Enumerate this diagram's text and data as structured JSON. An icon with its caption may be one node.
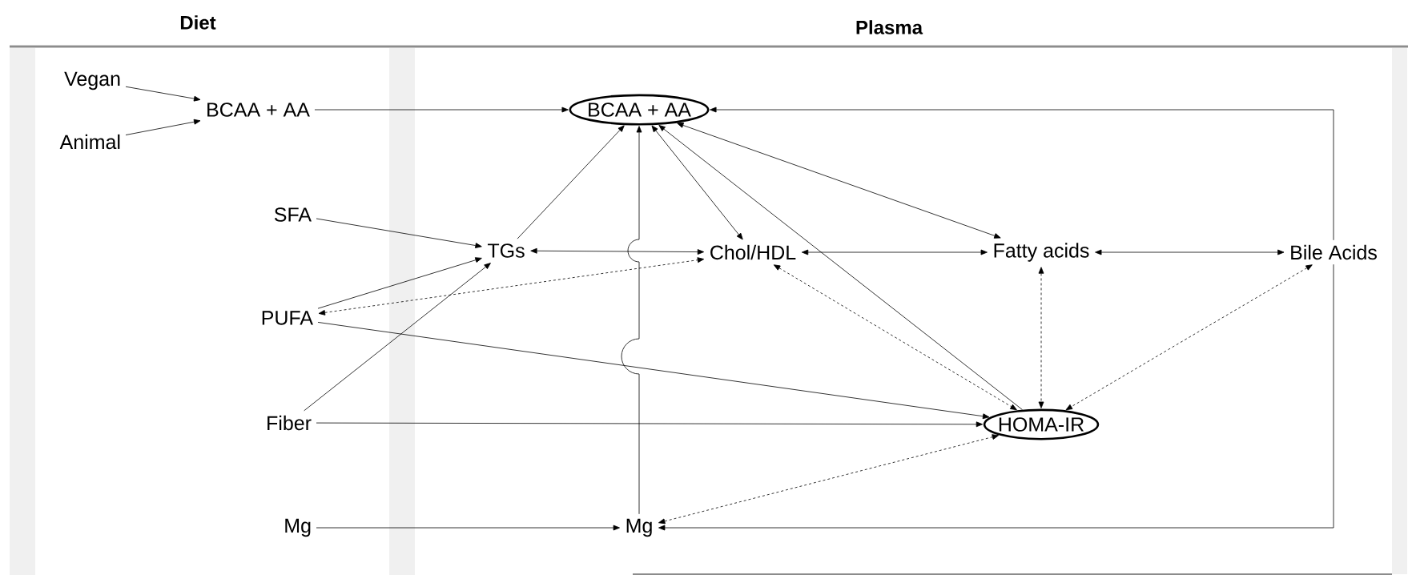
{
  "diagram": {
    "nodes": [
      {
        "text": [
          "Vegan"
        ]
      },
      {
        "text": [
          "Animal"
        ]
      },
      {
        "text": [
          "BCAA + AA"
        ]
      },
      {
        "text": [
          "SFA"
        ]
      },
      {
        "text": [
          "PUFA"
        ]
      },
      {
        "text": [
          "Fiber"
        ]
      },
      {
        "text": [
          "Mg"
        ]
      },
      {
        "text": [
          "BCAA + AA"
        ]
      },
      {
        "text": [
          "TGs"
        ]
      },
      {
        "text": [
          "Chol/HDL"
        ]
      },
      {
        "text": [
          "Fatty acids"
        ]
      },
      {
        "text": [
          "Bile Acids"
        ]
      },
      {
        "text": [
          "HOMA-IR"
        ]
      },
      {
        "text": [
          "Mg"
        ]
      }
    ],
    "edges": [
      {
        "from": 0,
        "to": 2,
        "arrow": "to"
      },
      {
        "from": 1,
        "to": 2,
        "arrow": "to"
      },
      {
        "from": 2,
        "to": 7,
        "arrow": "to"
      },
      {
        "from": 3,
        "to": 8,
        "arrow": "to"
      },
      {
        "from": 4,
        "to": 8,
        "arrow": "to"
      },
      {
        "from": 4,
        "to": 9,
        "arrow": "both",
        "style": "dashed"
      },
      {
        "from": 4,
        "to": 12,
        "arrow": "to"
      },
      {
        "from": 5,
        "to": 8,
        "arrow": "to"
      },
      {
        "from": 5,
        "to": 12,
        "arrow": "to"
      },
      {
        "from": 6,
        "to": 13,
        "arrow": "to"
      },
      {
        "from": 8,
        "to": 7,
        "arrow": "to"
      },
      {
        "from": 8,
        "to": 9,
        "arrow": "both"
      },
      {
        "from": 13,
        "to": 7,
        "arrow": "to"
      },
      {
        "from": 9,
        "to": 7,
        "arrow": "both"
      },
      {
        "from": 12,
        "to": 7,
        "arrow": "to"
      },
      {
        "from": 7,
        "to": 10,
        "arrow": "both"
      },
      {
        "from": 11,
        "to": 7,
        "arrow": "to"
      },
      {
        "from": 9,
        "to": 10,
        "arrow": "both"
      },
      {
        "from": 10,
        "to": 11,
        "arrow": "both"
      },
      {
        "from": 9,
        "to": 12,
        "arrow": "both",
        "style": "dashed"
      },
      {
        "from": 10,
        "to": 12,
        "arrow": "both",
        "style": "dashed"
      },
      {
        "from": 11,
        "to": 12,
        "arrow": "both",
        "style": "dashed"
      },
      {
        "from": 13,
        "to": 12,
        "arrow": "both",
        "style": "dashed"
      },
      {
        "from": 11,
        "to": 13,
        "arrow": "to"
      }
    ],
    "labels": [
      "Diet",
      "Plasma"
    ]
  }
}
